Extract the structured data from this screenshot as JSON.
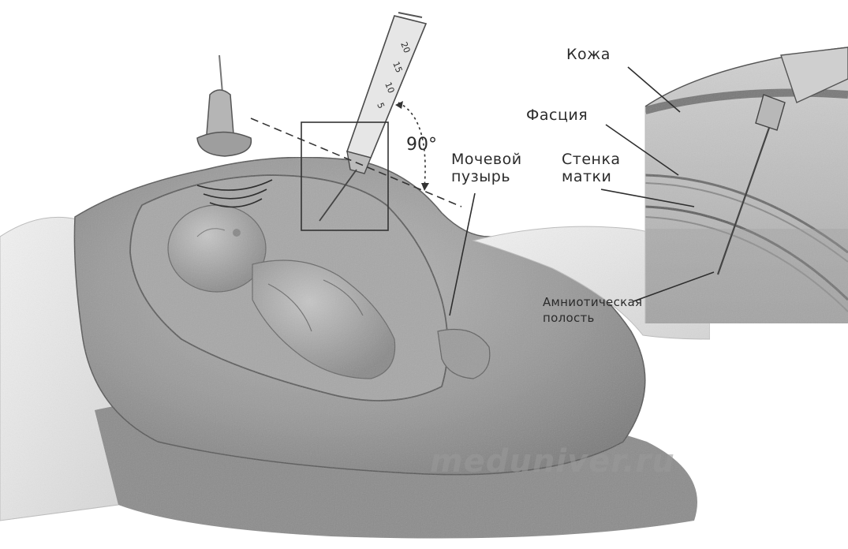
{
  "labels": {
    "skin": "Кожа",
    "fascia": "Фасция",
    "uterine_wall_line1": "Стенка",
    "uterine_wall_line2": "матки",
    "bladder_line1": "Мочевой",
    "bladder_line2": "пузырь",
    "amniotic_line1": "Амниотическая",
    "amniotic_line2": "полость",
    "angle": "90°"
  },
  "syringe_scale": [
    "20",
    "15",
    "10",
    "5"
  ],
  "watermark": "meduniver.ru"
}
